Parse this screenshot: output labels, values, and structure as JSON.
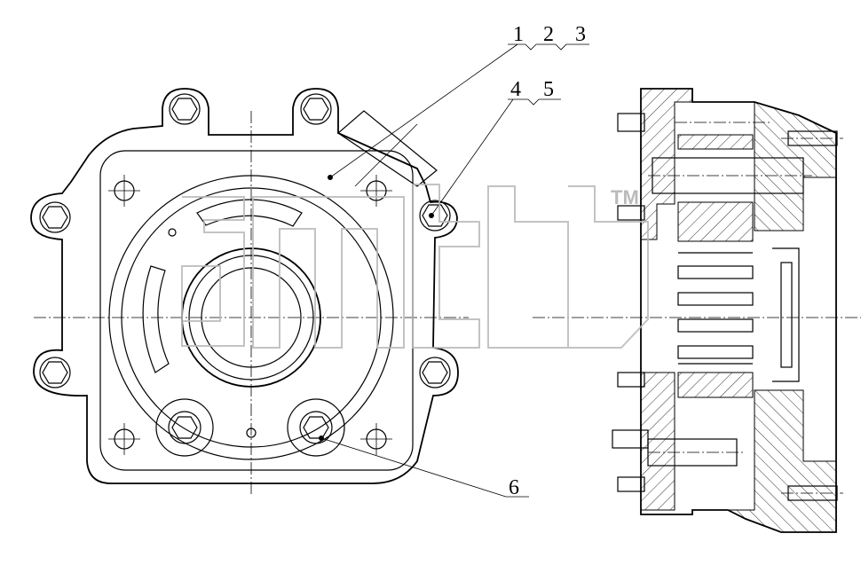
{
  "callouts": {
    "c1": "1",
    "c2": "2",
    "c3": "3",
    "c4": "4",
    "c5": "5",
    "c6": "6"
  },
  "watermark": {
    "mark": "TM"
  }
}
